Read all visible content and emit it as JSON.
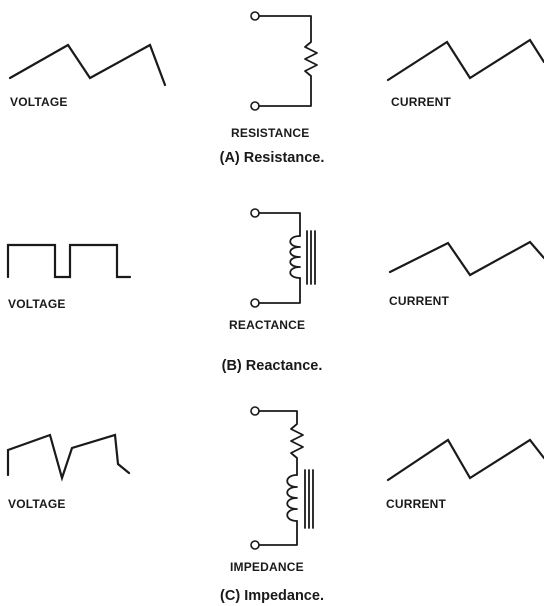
{
  "panels": [
    {
      "voltage_label": "VOLTAGE",
      "component_label": "RESISTANCE",
      "current_label": "CURRENT",
      "caption": "(A) Resistance."
    },
    {
      "voltage_label": "VOLTAGE",
      "component_label": "REACTANCE",
      "current_label": "CURRENT",
      "caption": "(B) Reactance."
    },
    {
      "voltage_label": "VOLTAGE",
      "component_label": "IMPEDANCE",
      "current_label": "CURRENT",
      "caption": "(C) Impedance."
    }
  ]
}
